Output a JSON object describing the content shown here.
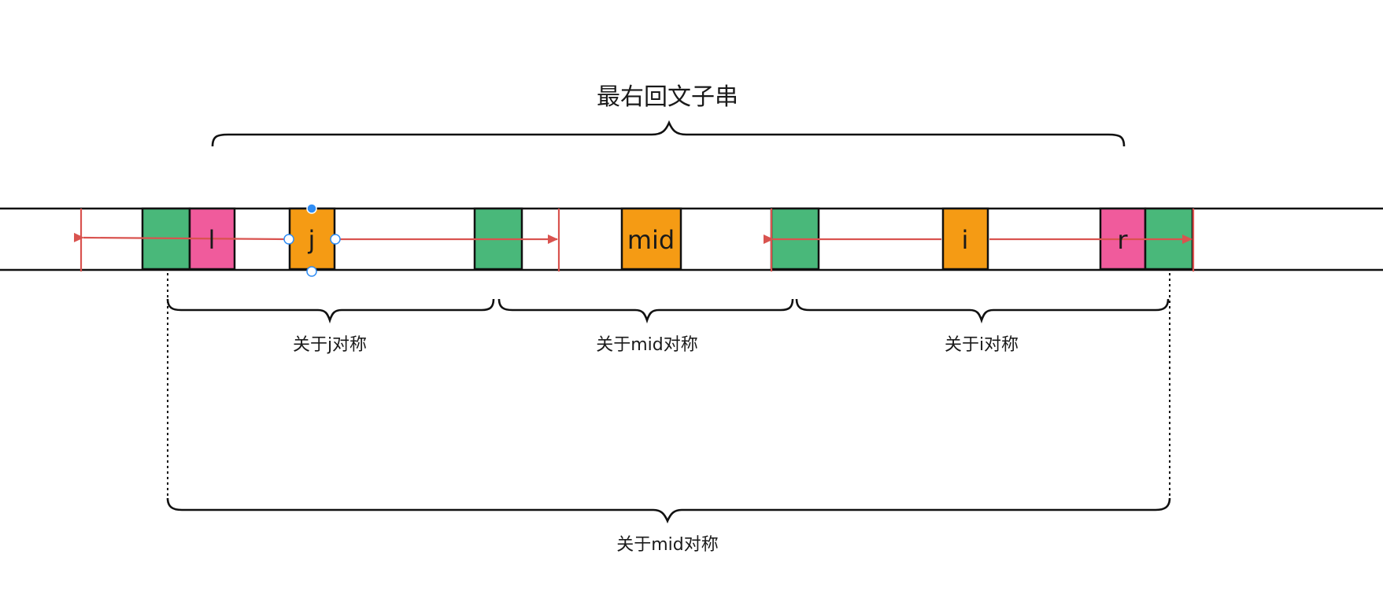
{
  "title": "最右回文子串",
  "colors": {
    "green": "#49b87a",
    "pink": "#f05b9c",
    "orange": "#f59b14",
    "red": "#d9534f",
    "handle_blue": "#2f8df5",
    "line": "#111111"
  },
  "cells": {
    "l": "l",
    "j": "j",
    "mid": "mid",
    "i": "i",
    "r": "r"
  },
  "braces": {
    "about_j": "关于j对称",
    "about_mid_inner": "关于mid对称",
    "about_i": "关于i对称",
    "about_mid_outer": "关于mid对称"
  },
  "icons": {
    "arrowhead": "triangle-arrowhead-icon",
    "selection_handle": "circle-handle-icon"
  }
}
